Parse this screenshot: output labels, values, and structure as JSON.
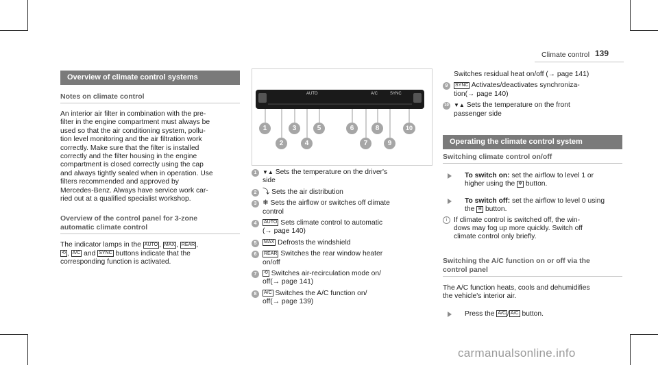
{
  "header": {
    "running_title": "Climate control",
    "page_number": "139"
  },
  "left": {
    "section_title": "Overview of climate control systems",
    "notes_heading": "Notes on climate control",
    "notes_paragraph_lines": [
      "An interior air filter in combination with the pre-",
      "filter in the engine compartment must always be",
      "used so that the air conditioning system, pollu-",
      "tion level monitoring and the air filtration work",
      "correctly. Make sure that the filter is installed",
      "correctly and the filter housing in the engine",
      "compartment is closed correctly using the cap",
      "and always tightly sealed when in operation. Use",
      "filters recommended and approved by",
      "Mercedes-Benz. Always have service work car-",
      "ried out at a qualified specialist workshop."
    ],
    "overview_heading_l1": "Overview of the control panel for 3-zone",
    "overview_heading_l2": "automatic climate control",
    "indicator_l1_a": "The indicator lamps in the",
    "indicator_l1_b": ",",
    "indicator_l1_c": ",",
    "indicator_l1_d": ",",
    "indicator_l2_a": ",",
    "indicator_l2_b": "and",
    "indicator_l2_c": "buttons indicate that the",
    "indicator_l3": "corresponding function is activated.",
    "glyph_auto": "AUTO",
    "glyph_max": "MAX",
    "glyph_rear": "REAR",
    "glyph_recirc": "⟲",
    "glyph_ac": "A/C",
    "glyph_sync": "SYNC"
  },
  "panel": {
    "callouts": [
      "1",
      "2",
      "3",
      "4",
      "5",
      "6",
      "7",
      "8",
      "9",
      "10"
    ],
    "button_labels": [
      "AUTO",
      "A/C",
      "SYNC"
    ]
  },
  "middle": {
    "items": [
      {
        "n": "1",
        "glyph": "▼▲",
        "lines": [
          "Sets the temperature on the driver's",
          "side"
        ]
      },
      {
        "n": "2",
        "glyph": "⤵",
        "lines": [
          "Sets the air distribution"
        ]
      },
      {
        "n": "3",
        "glyph": "❄",
        "lines": [
          "Sets the airflow or switches off climate",
          "control"
        ]
      },
      {
        "n": "4",
        "glyph": "AUTO",
        "lines": [
          "Sets climate control to automatic",
          "(→ page 140)"
        ]
      },
      {
        "n": "5",
        "glyph": "MAX",
        "lines": [
          "Defrosts the windshield"
        ]
      },
      {
        "n": "6",
        "glyph": "REAR",
        "lines": [
          "Switches the rear window heater",
          "on/off"
        ]
      },
      {
        "n": "7",
        "glyph": "⟲",
        "lines": [
          "Switches air-recirculation mode on/",
          "off(→ page 141)"
        ]
      },
      {
        "n": "8",
        "glyph": "A/C",
        "lines": [
          "Switches the A/C function on/",
          "off(→ page 139)"
        ]
      }
    ]
  },
  "right": {
    "cont_line": "Switches residual heat on/off (→ page 141)",
    "items": [
      {
        "n": "9",
        "glyph": "SYNC",
        "lines": [
          "Activates/deactivates synchroniza-",
          "tion(→ page 140)"
        ]
      },
      {
        "n": "10",
        "glyph": "▼▲",
        "lines": [
          "Sets the temperature on the front",
          "passenger side"
        ]
      }
    ],
    "section_title": "Operating the climate control system",
    "switch_heading": "Switching climate control on/off",
    "on_bold": "To switch on:",
    "on_l1": "set the airflow to level 1 or",
    "on_l2": "higher using the",
    "on_l2b": "button.",
    "off_bold": "To switch off:",
    "off_l1": "set the airflow to level 0 using",
    "off_l2": "the",
    "off_l2b": "button.",
    "info_lines": [
      "If climate control is switched off, the win-",
      "dows may fog up more quickly. Switch off",
      "climate control only briefly."
    ],
    "ac_heading_l1": "Switching the A/C function on or off via the",
    "ac_heading_l2": "control panel",
    "ac_p_l1": "The A/C function heats, cools and dehumidifies",
    "ac_p_l2": "the vehicle's interior air.",
    "press_a": "Press the",
    "press_b": "/",
    "press_c": "button.",
    "fan_glyph": "❄"
  },
  "watermark": "carmanualsonline.info"
}
